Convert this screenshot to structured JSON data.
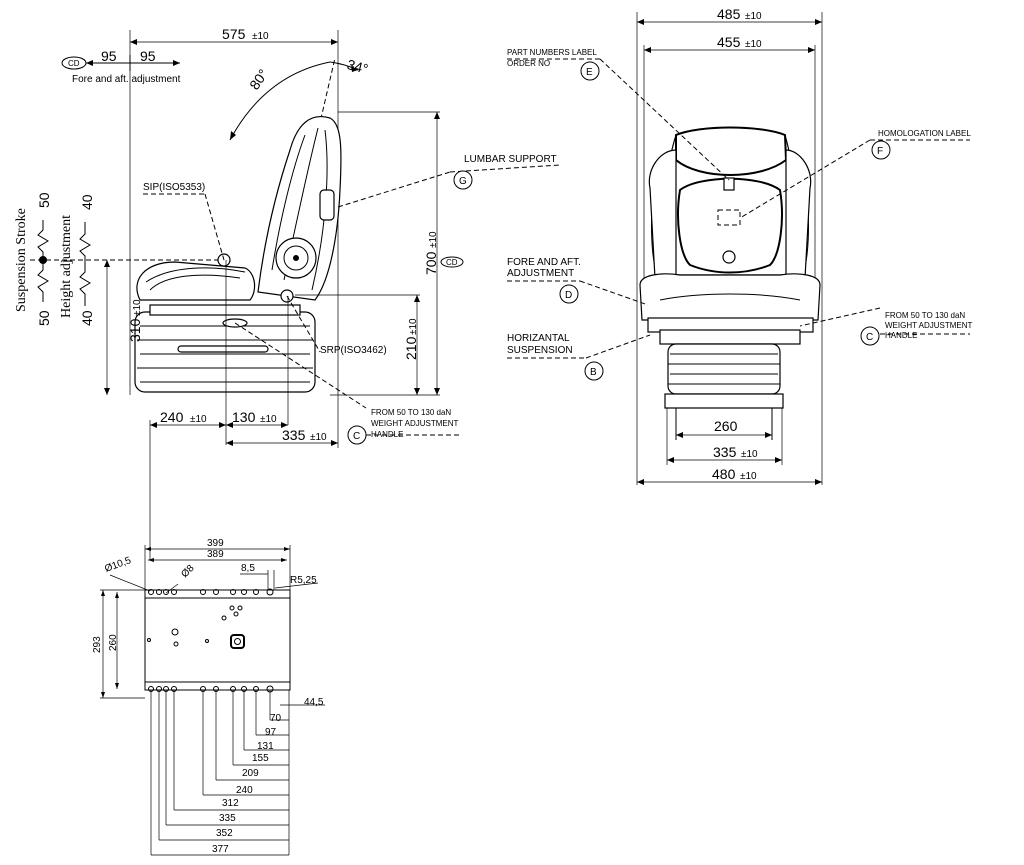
{
  "side_view": {
    "dim_total_depth": "575",
    "dim_total_depth_tol": "±10",
    "cd_tag": "CD",
    "fore_aft_minus": "95",
    "fore_aft_plus": "95",
    "fore_aft_label": "Fore and aft. adjustment",
    "angle_fold": "80°",
    "angle_recline": "34°",
    "sip_label": "SIP(ISO5353)",
    "srp_label": "SRP(ISO3462)",
    "lumbar_label": "LUMBAR SUPPORT",
    "lumbar_tag": "G",
    "suspension_stroke_label": "Suspension Stroke",
    "suspension_plus": "50",
    "suspension_minus": "50",
    "height_adjust_label": "Height adjustment",
    "height_plus": "40",
    "height_minus": "40",
    "dim_height_total": "700",
    "dim_height_total_tol": "±10",
    "cd_tag_right": "CD",
    "dim_sip_height": "310",
    "dim_sip_height_tol": "±10",
    "dim_srp_height": "210",
    "dim_srp_height_tol": "±10",
    "dim_front": "240",
    "dim_front_tol": "±10",
    "dim_mid": "130",
    "dim_mid_tol": "±10",
    "dim_rear": "335",
    "dim_rear_tol": "±10",
    "weight_note_1": "FROM 50 TO 130 daN",
    "weight_note_2": "WEIGHT ADJUSTMENT",
    "weight_note_3": "HANDLE",
    "weight_tag": "C"
  },
  "front_view": {
    "dim_outer": "485",
    "dim_outer_tol": "±10",
    "dim_inner": "455",
    "dim_inner_tol": "±10",
    "part_label_1": "PART NUMBERS LABEL",
    "part_label_2": "ORDER NO",
    "part_tag": "E",
    "homolog_label": "HOMOLOGATION LABEL",
    "homolog_tag": "F",
    "fore_aft_1": "FORE AND AFT.",
    "fore_aft_2": "ADJUSTMENT",
    "fore_aft_tag": "D",
    "horiz_1": "HORIZANTAL",
    "horiz_2": "SUSPENSION",
    "horiz_tag": "B",
    "weight_note_1": "FROM 50 TO 130 daN",
    "weight_note_2": "WEIGHT ADJUSTMENT",
    "weight_note_3": "HANDLE",
    "weight_tag": "C",
    "dim_260": "260",
    "dim_335": "335",
    "dim_335_tol": "±10",
    "dim_480": "480",
    "dim_480_tol": "±10"
  },
  "base_plate": {
    "dim_399": "399",
    "dim_389": "389",
    "dia_105": "Ø10,5",
    "dia_8": "Ø8",
    "dim_85": "8,5",
    "radius": "R5,25",
    "dim_293": "293",
    "dim_260": "260",
    "dim_445": "44,5",
    "hole_dims": [
      "70",
      "97",
      "131",
      "155",
      "209",
      "240",
      "312",
      "335",
      "352",
      "377"
    ]
  }
}
